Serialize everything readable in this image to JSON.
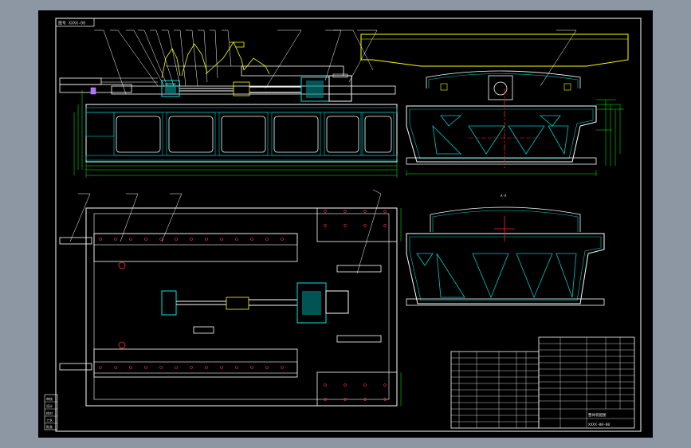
{
  "sheet": {
    "background": "#8d96a3",
    "paper": "#000000",
    "line_colors": {
      "frame": "#ffffff",
      "structure": "#ffffff",
      "hatch": "#00c8c8",
      "dimension": "#00ff00",
      "center_line": "#ff2020",
      "leader": "#ffffff",
      "hydraulic": "#00e5e5",
      "hoist_outline": "#ffff00",
      "guide_rail": "#c896ff"
    }
  },
  "stamp": {
    "text": "图号 XXXX-00"
  },
  "section_label": {
    "text": "A-A"
  },
  "title_block": {
    "lines": [
      "整体装配图",
      "XXXX-00-00"
    ]
  },
  "revision_table": {
    "labels": [
      "审核",
      "设计",
      "校对",
      "工艺",
      "批准"
    ]
  }
}
